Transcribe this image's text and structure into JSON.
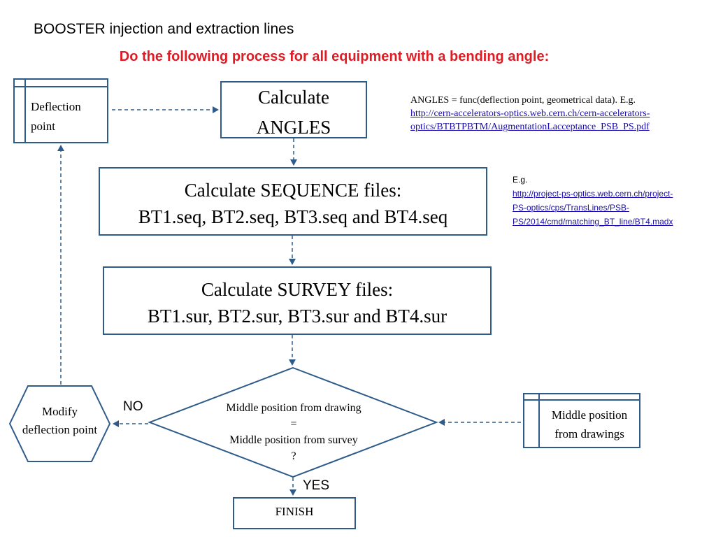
{
  "title": "BOOSTER injection and extraction lines",
  "subtitle": "Do the following process for all equipment with a bending angle:",
  "nodes": {
    "deflection_point": {
      "line1": "Deflection",
      "line2": "point"
    },
    "calc_angles": {
      "line1": "Calculate",
      "line2": "ANGLES"
    },
    "calc_sequence": {
      "line1": "Calculate SEQUENCE files:",
      "line2": "BT1.seq, BT2.seq, BT3.seq and BT4.seq"
    },
    "calc_survey": {
      "line1": "Calculate SURVEY files:",
      "line2": "BT1.sur, BT2.sur, BT3.sur and BT4.sur"
    },
    "decision": {
      "line1": "Middle position from drawing",
      "line2": "=",
      "line3": "Middle position from survey",
      "line4": "?"
    },
    "modify": {
      "line1": "Modify",
      "line2": "deflection point"
    },
    "middle_drawings": {
      "line1": "Middle position",
      "line2": "from drawings"
    },
    "finish": {
      "label": "FINISH"
    }
  },
  "edge_labels": {
    "no": "NO",
    "yes": "YES"
  },
  "notes": {
    "angles": {
      "text": "ANGLES = func(deflection point, geometrical data). E.g.",
      "link_line1": "http://cern-accelerators-optics.web.cern.ch/cern-accelerators-",
      "link_line2": "optics/BTBTPBTM/AugmentationLacceptance_PSB_PS.pdf"
    },
    "sequence": {
      "text": "E.g.",
      "link_line1": "http://project-ps-optics.web.cern.ch/project-",
      "link_line2": "PS-optics/cps/TransLines/PSB-",
      "link_line3": "PS/2014/cmd/matching_BT_line/BT4.madx"
    }
  },
  "colors": {
    "border": "#2e5b8a",
    "subtitle": "#e01b24",
    "link": "#1a0dab"
  }
}
